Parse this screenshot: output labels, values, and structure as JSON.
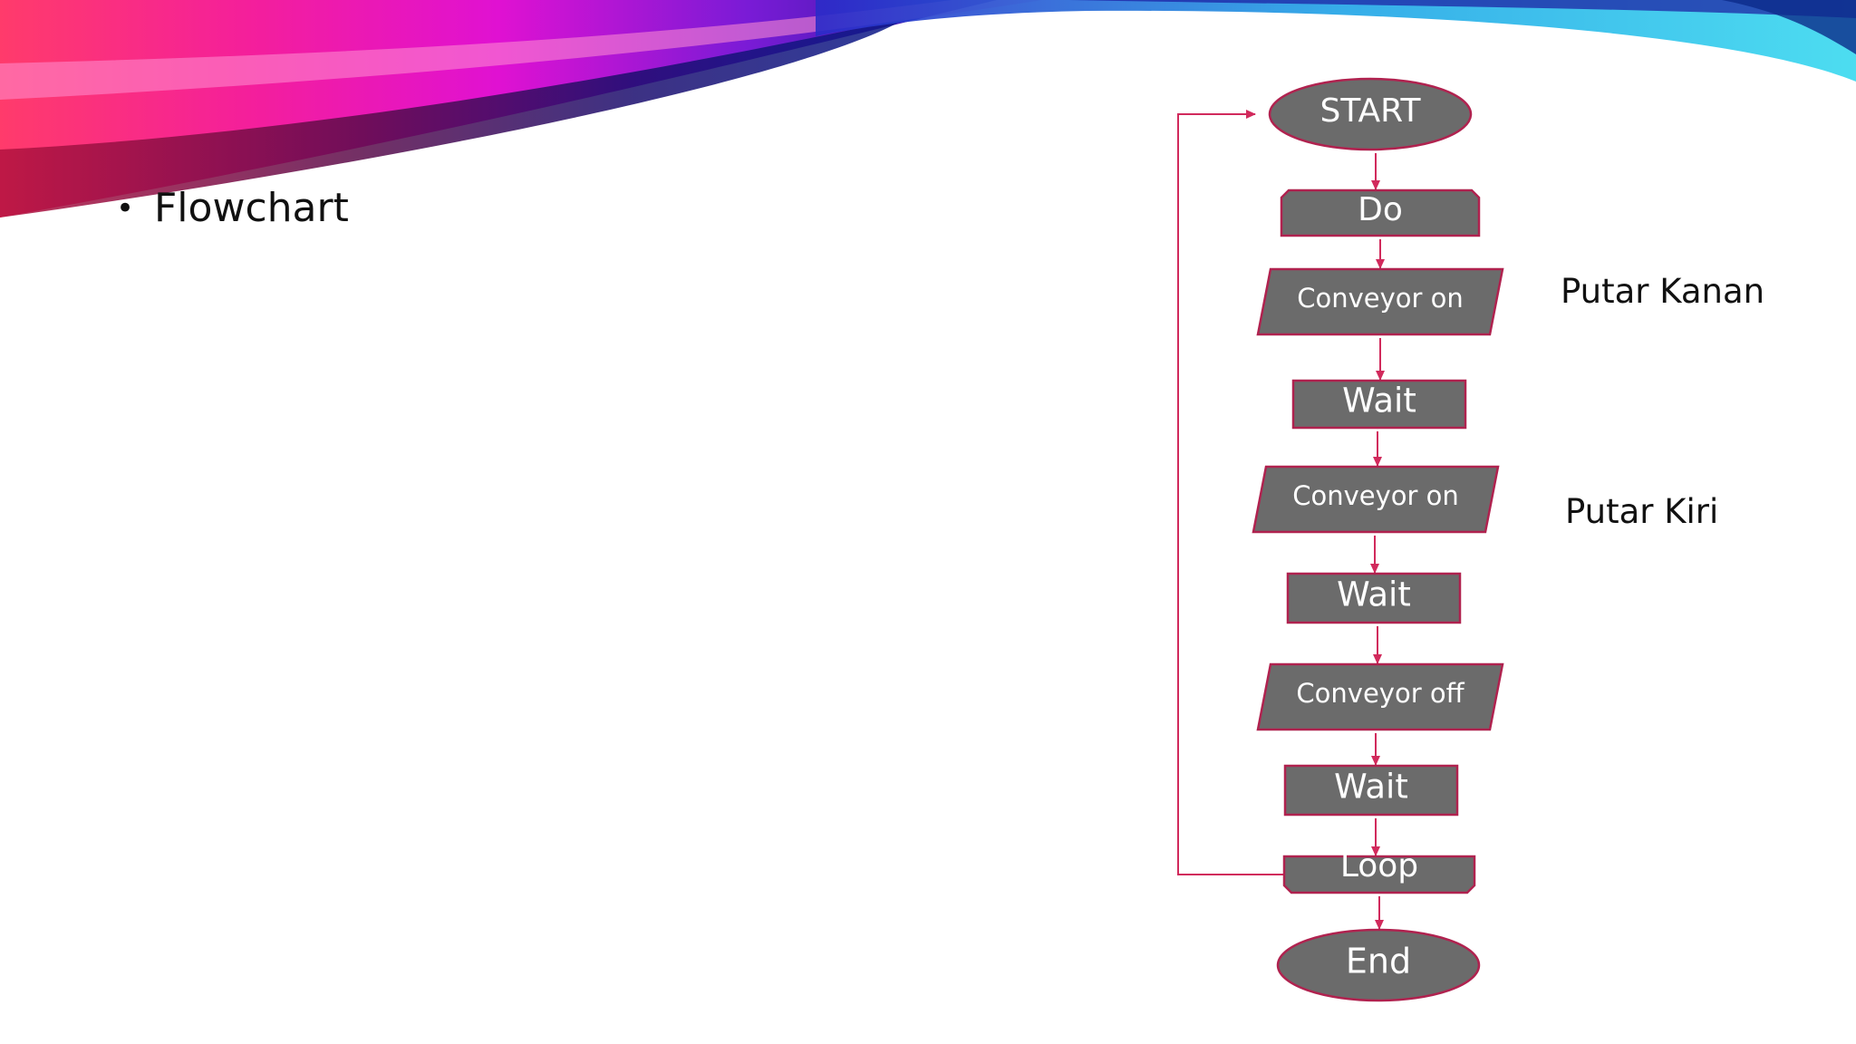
{
  "slide": {
    "bullet_marker": "•",
    "bullet_text": "Flowchart"
  },
  "colors": {
    "node_fill": "#6b6b6b",
    "node_stroke": "#b0224f",
    "connector": "#d12a5c",
    "text": "#111111",
    "node_text": "#ffffff"
  },
  "flowchart": {
    "nodes": [
      {
        "id": "start",
        "shape": "terminator",
        "label": "START"
      },
      {
        "id": "do",
        "shape": "loop-limit",
        "label": "Do"
      },
      {
        "id": "conveyor-on-1",
        "shape": "data",
        "label": "Conveyor on"
      },
      {
        "id": "wait-1",
        "shape": "process",
        "label": "Wait"
      },
      {
        "id": "conveyor-on-2",
        "shape": "data",
        "label": "Conveyor on"
      },
      {
        "id": "wait-2",
        "shape": "process",
        "label": "Wait"
      },
      {
        "id": "conveyor-off",
        "shape": "data",
        "label": "Conveyor off"
      },
      {
        "id": "wait-3",
        "shape": "process",
        "label": "Wait"
      },
      {
        "id": "loop",
        "shape": "loop-limit",
        "label": "Loop"
      },
      {
        "id": "end",
        "shape": "terminator",
        "label": "End"
      }
    ],
    "edges": [
      {
        "from": "start",
        "to": "do"
      },
      {
        "from": "do",
        "to": "conveyor-on-1"
      },
      {
        "from": "conveyor-on-1",
        "to": "wait-1"
      },
      {
        "from": "wait-1",
        "to": "conveyor-on-2"
      },
      {
        "from": "conveyor-on-2",
        "to": "wait-2"
      },
      {
        "from": "wait-2",
        "to": "conveyor-off"
      },
      {
        "from": "conveyor-off",
        "to": "wait-3"
      },
      {
        "from": "wait-3",
        "to": "loop"
      },
      {
        "from": "loop",
        "to": "end"
      },
      {
        "from": "loop",
        "to": "start",
        "kind": "loop-back"
      }
    ],
    "annotations": [
      {
        "label": "Putar Kanan"
      },
      {
        "label": "Putar Kiri"
      }
    ]
  }
}
